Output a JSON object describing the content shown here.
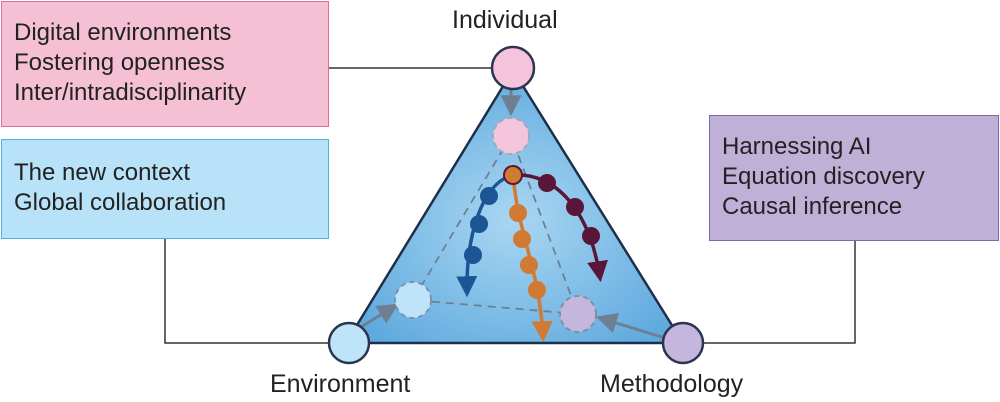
{
  "boxes": {
    "individual": {
      "lines": [
        "Digital environments",
        "Fostering openness",
        "Inter/intradisciplinarity"
      ],
      "color": "#f5bfd4",
      "border": "#de6d9a"
    },
    "environment": {
      "lines": [
        "The new context",
        "Global collaboration"
      ],
      "color": "#b8e2f8",
      "border": "#4db3e6"
    },
    "methodology": {
      "lines": [
        "Harnessing AI",
        "Equation discovery",
        "Causal inference"
      ],
      "color": "#bfb0d8",
      "border": "#7e68aa"
    }
  },
  "vertices": {
    "top": {
      "label": "Individual",
      "color": "#f4c4dc"
    },
    "left": {
      "label": "Environment",
      "color": "#bde4f8"
    },
    "right": {
      "label": "Methodology",
      "color": "#c4b6dc"
    }
  },
  "colors": {
    "triangle_fill": "#7cbde6",
    "path_blue": "#1c5596",
    "path_orange": "#d07a33",
    "path_purple": "#5a1638"
  }
}
